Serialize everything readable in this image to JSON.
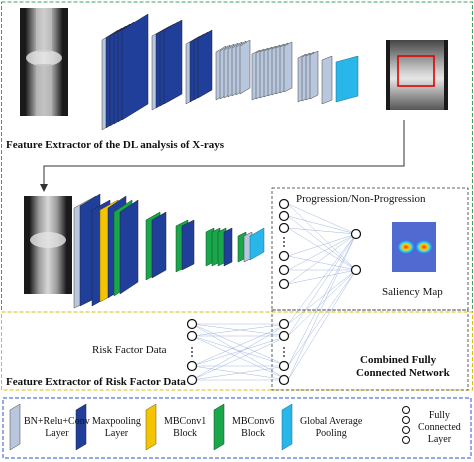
{
  "top_section": {
    "caption": "Feature Extractor of the DL analysis of X-rays"
  },
  "middle_section": {
    "head_title": "Progression/Non-Progression",
    "saliency_label": "Saliency Map"
  },
  "bottom_section": {
    "risk_factor_label": "Risk Factor Data",
    "caption": "Feature Extractor of Risk Factor Data",
    "fcn_title_line1": "Combined Fully",
    "fcn_title_line2": "Connected Network"
  },
  "legend": {
    "items": [
      {
        "label_line1": "BN+Relu+Conv",
        "label_line2": "Layer",
        "icon": "layer-block-icon",
        "color": "#b8c7dd"
      },
      {
        "label_line1": "Maxpooling",
        "label_line2": "Layer",
        "icon": "layer-block-icon",
        "color": "#1f3f9a"
      },
      {
        "label_line1": "MBConv1",
        "label_line2": "Block",
        "icon": "layer-block-icon",
        "color": "#f5c400"
      },
      {
        "label_line1": "MBConv6",
        "label_line2": "Block",
        "icon": "layer-block-icon",
        "color": "#1aa64a"
      },
      {
        "label_line1": "Global Average",
        "label_line2": "Pooling",
        "icon": "layer-block-icon",
        "color": "#29b6e8"
      },
      {
        "label_line1": "Fully",
        "label_line2": "Connected",
        "label_line3": "Layer",
        "icon": "neuron-node-icon",
        "color": "#ffffff"
      }
    ]
  },
  "colors": {
    "conv_layer": "#b8c7dd",
    "maxpool": "#1f3f9a",
    "mbconv1": "#f5c400",
    "mbconv6": "#1aa64a",
    "gap": "#29b6e8",
    "section_border": "#33aa55",
    "legend_border": "#2a55cc",
    "risk_border": "#d9c200"
  }
}
